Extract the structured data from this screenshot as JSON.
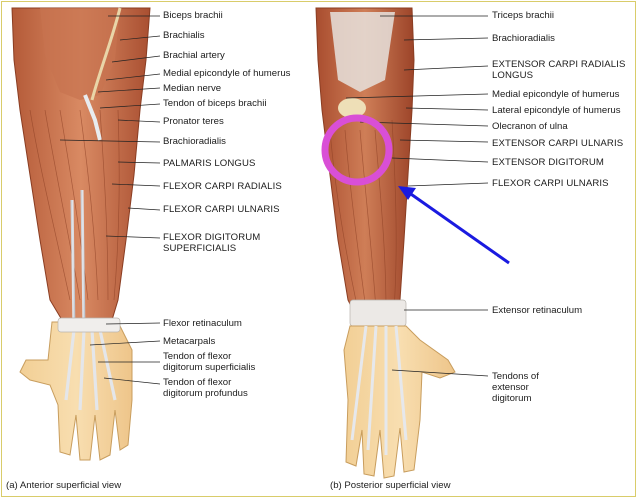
{
  "anterior": {
    "caption": "(a) Anterior superficial view",
    "labels": [
      "Biceps brachii",
      "Brachialis",
      "Brachial artery",
      "Medial epicondyle of humerus",
      "Median nerve",
      "Tendon of biceps brachii",
      "Pronator teres",
      "Brachioradialis",
      "PALMARIS LONGUS",
      "FLEXOR CARPI RADIALIS",
      "FLEXOR CARPI ULNARIS",
      "FLEXOR DIGITORUM",
      "SUPERFICIALIS",
      "Flexor retinaculum",
      "Metacarpals",
      "Tendon of flexor",
      "digitorum superficialis",
      "Tendon of flexor",
      "digitorum profundus"
    ]
  },
  "posterior": {
    "caption": "(b) Posterior superficial view",
    "labels": [
      "Triceps brachii",
      "Brachioradialis",
      "EXTENSOR CARPI RADIALIS",
      "LONGUS",
      "Medial epicondyle of humerus",
      "Lateral epicondyle of humerus",
      "Olecranon of ulna",
      "EXTENSOR CARPI ULNARIS",
      "EXTENSOR DIGITORUM",
      "FLEXOR CARPI ULNARIS",
      "Extensor retinaculum",
      "Tendons of",
      "extensor",
      "digitorum"
    ]
  },
  "annotation": {
    "circle_color": "#d94fd6",
    "arrow_color": "#1a1ae0"
  }
}
